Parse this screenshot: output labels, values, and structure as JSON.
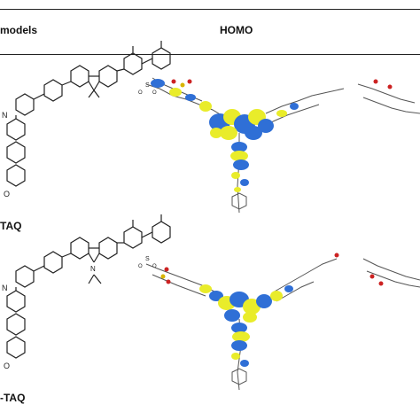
{
  "header": {
    "col_models": "models",
    "col_homo": "HOMO"
  },
  "rows": [
    {
      "label": "TAQ"
    },
    {
      "label": "-TAQ"
    }
  ],
  "colors": {
    "orbital_blue": "#2f6fd6",
    "orbital_yellow": "#e9ec2a",
    "bond_gray": "#555555",
    "oxygen_red": "#cc2222",
    "sulfur_yellow": "#d8b400"
  }
}
